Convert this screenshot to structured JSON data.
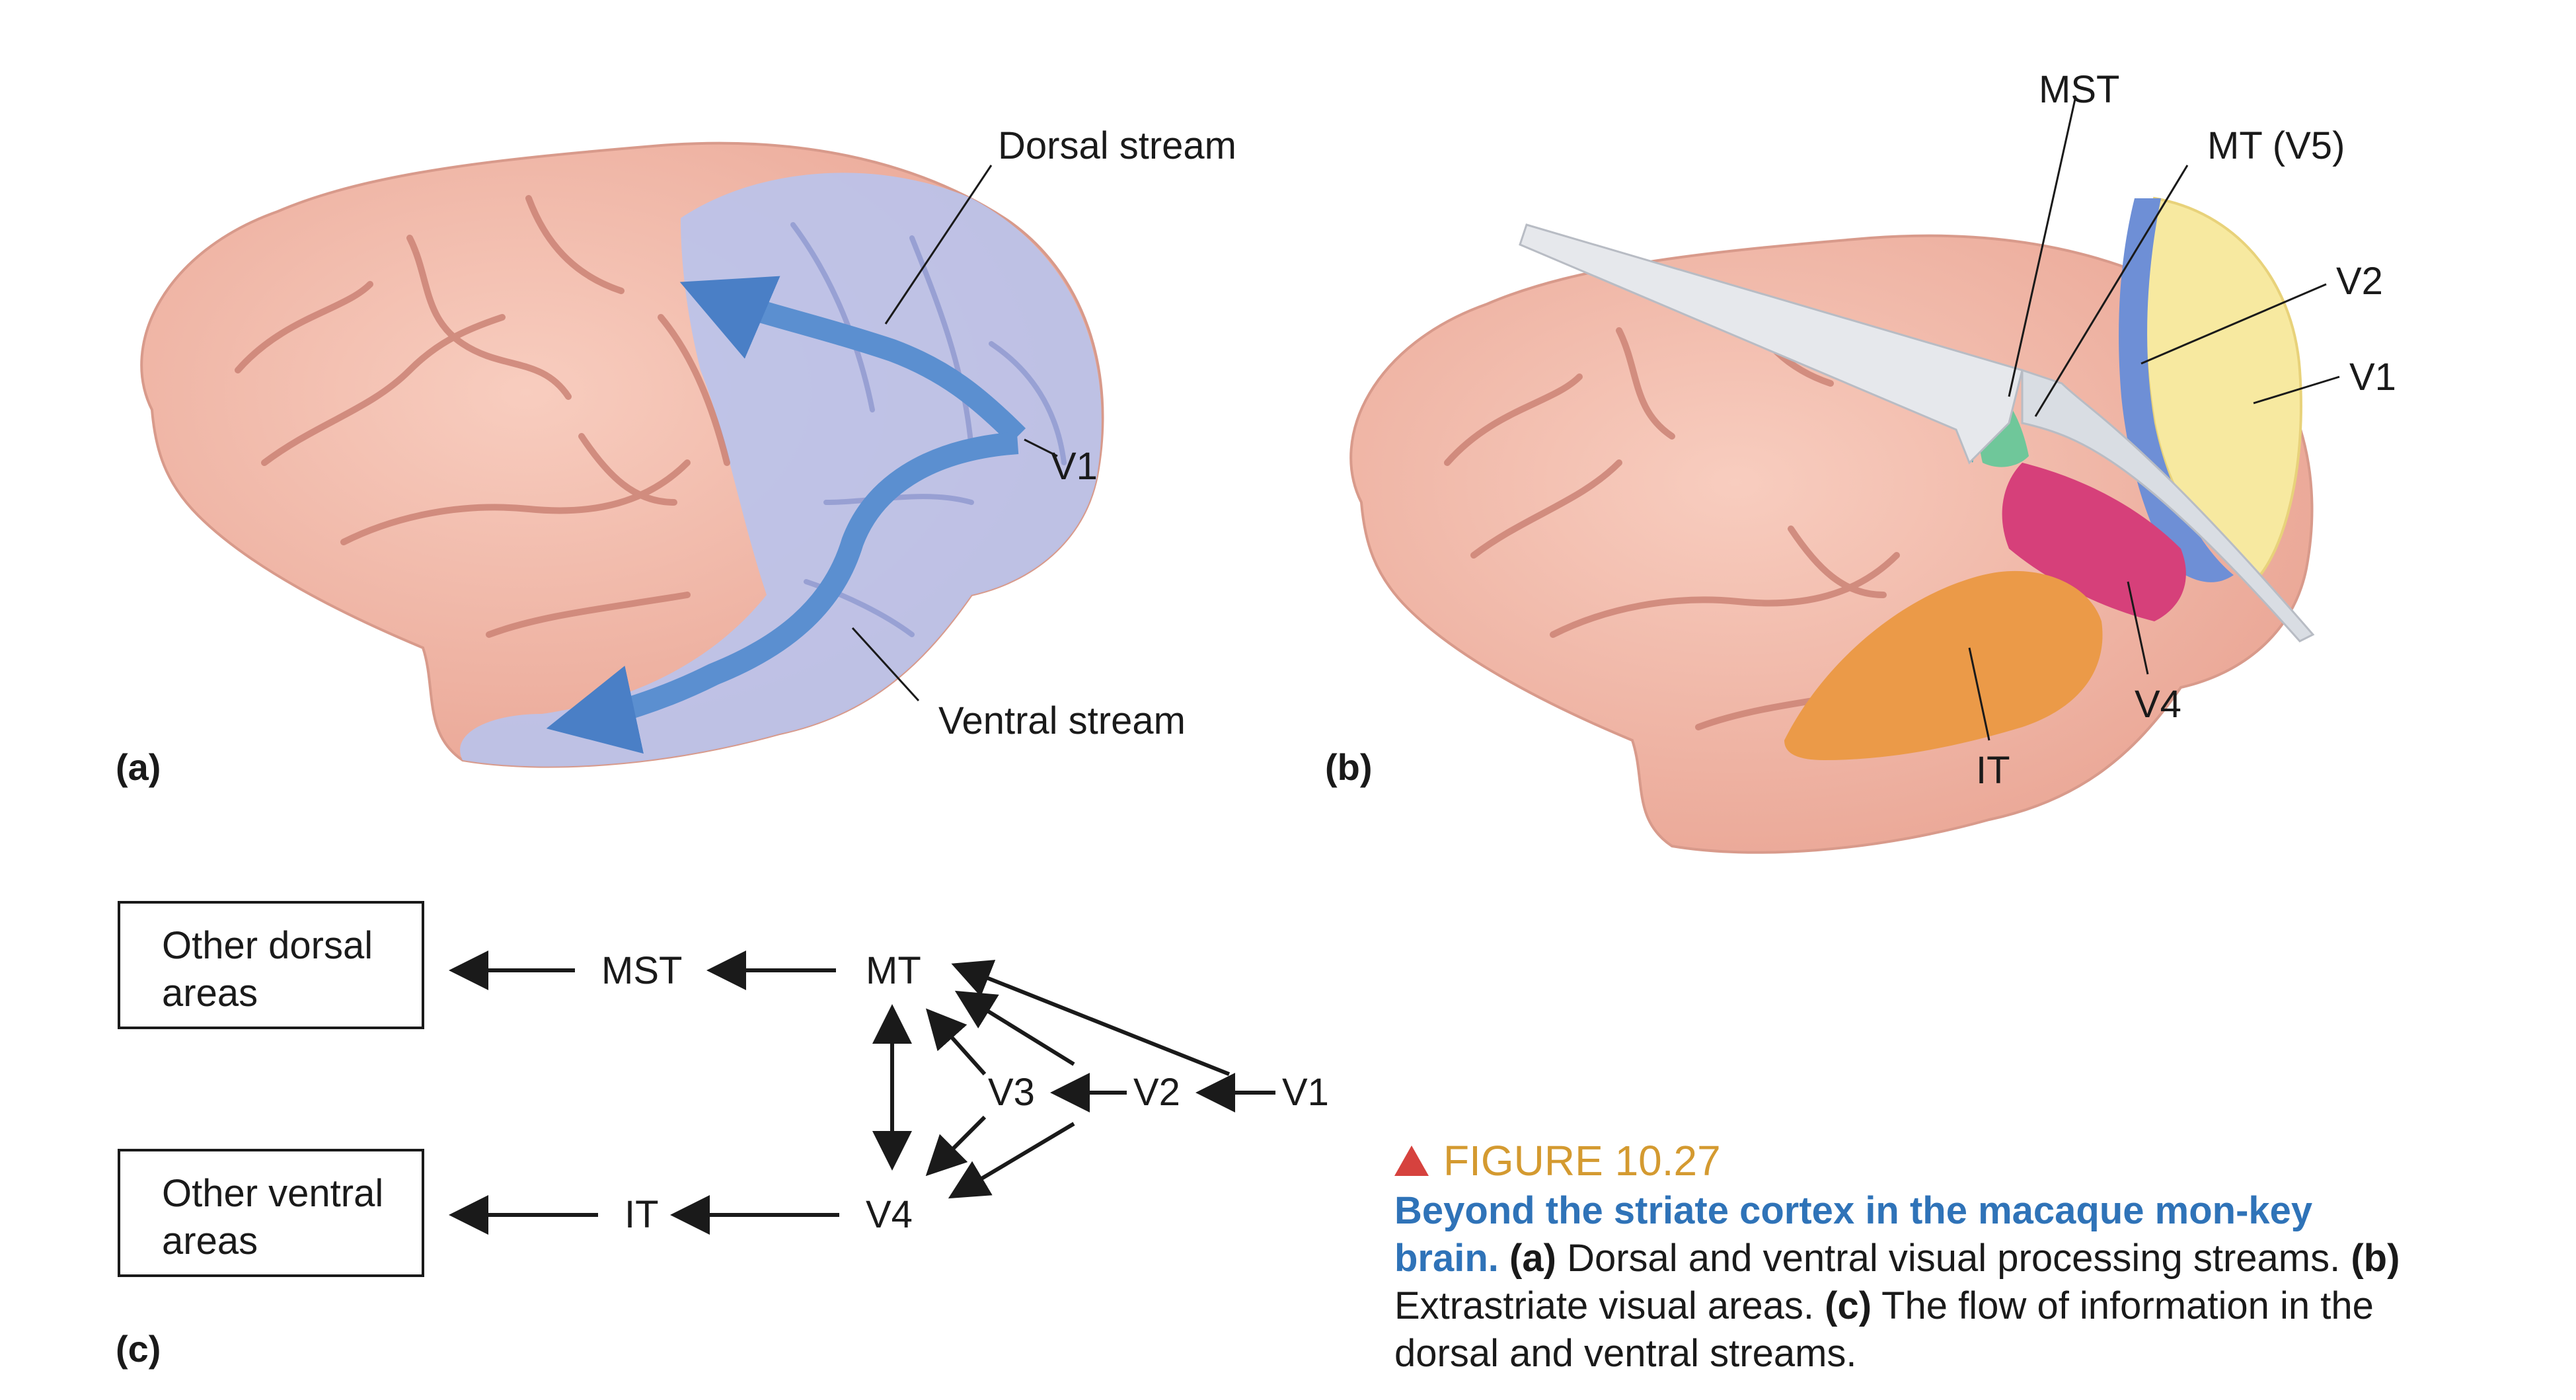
{
  "panel_a": {
    "label": "(a)",
    "dorsal_stream": "Dorsal stream",
    "ventral_stream": "Ventral stream",
    "v1": "V1"
  },
  "panel_b": {
    "label": "(b)",
    "mst": "MST",
    "mt_v5": "MT (V5)",
    "v2": "V2",
    "v1": "V1",
    "v4": "V4",
    "it": "IT"
  },
  "panel_c": {
    "label": "(c)",
    "other_dorsal_line1": "Other dorsal",
    "other_dorsal_line2": "areas",
    "other_ventral_line1": "Other ventral",
    "other_ventral_line2": "areas",
    "mst": "MST",
    "mt": "MT",
    "v3": "V3",
    "v2": "V2",
    "v1": "V1",
    "it": "IT",
    "v4": "V4"
  },
  "caption": {
    "figure": "FIGURE 10.27",
    "title": "Beyond the striate cortex in the macaque mon-key brain.",
    "part_a_label": "(a)",
    "part_a_text": "Dorsal and ventral visual processing streams.",
    "part_b_label": "(b)",
    "part_b_text": "Extrastriate visual areas.",
    "part_c_label": "(c)",
    "part_c_text": "The flow of information in the dorsal and ventral streams."
  },
  "colors": {
    "brain_pink": "#f2b7a6",
    "sulcus": "#c97f72",
    "ventral_blue": "#b9c3ec",
    "arrow_blue": "#5b8fd0",
    "v1_yellow": "#f7e9a0",
    "v2_blue": "#6e8fd6",
    "mst_teal": "#2aa6b0",
    "mt_green": "#6fc79a",
    "v4_magenta": "#d6407a",
    "it_orange": "#eb9a48",
    "caption_gold": "#d49a30",
    "caption_blue": "#2f73b8",
    "triangle_red": "#d6423e"
  }
}
